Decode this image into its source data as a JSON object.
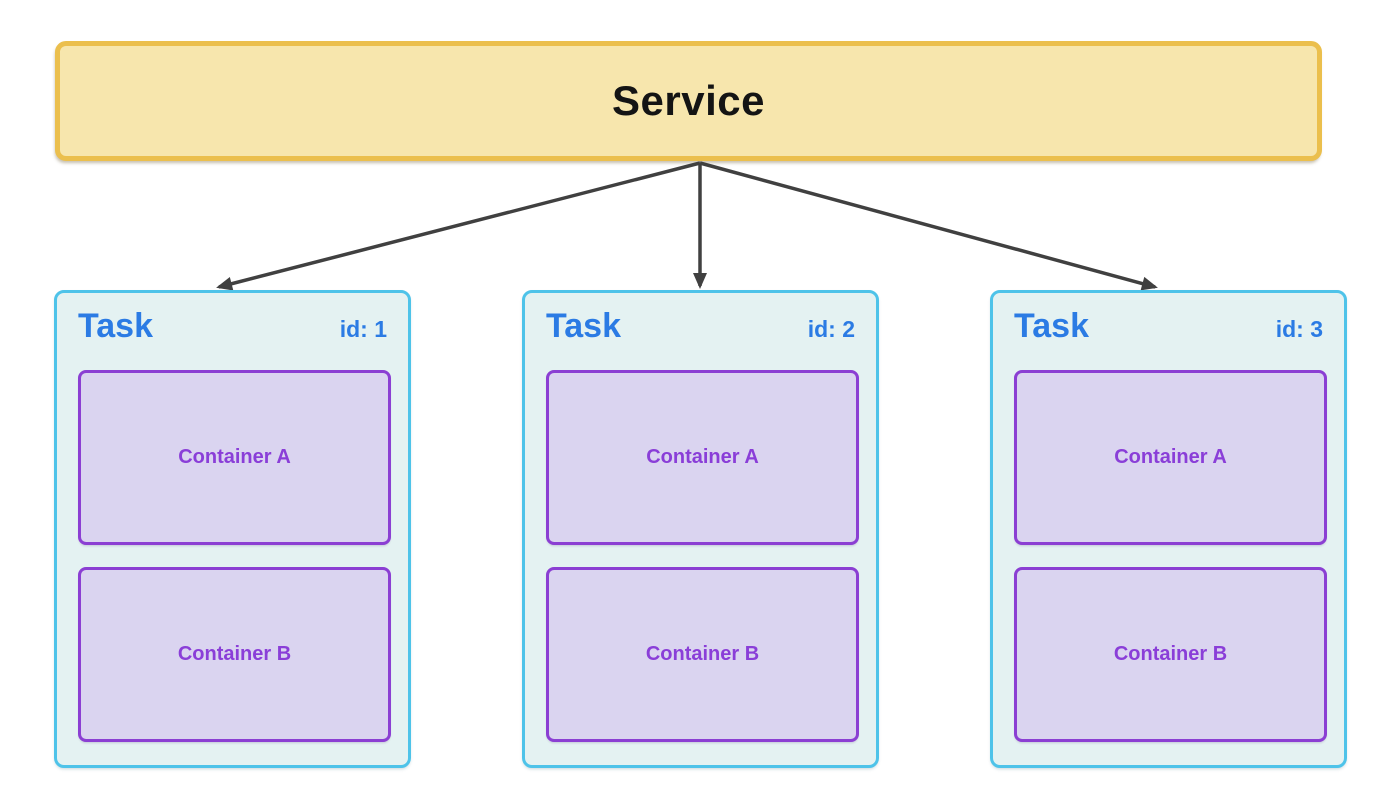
{
  "service": {
    "label": "Service"
  },
  "tasks": [
    {
      "title": "Task",
      "id_label": "id: 1",
      "containers": [
        "Container A",
        "Container B"
      ]
    },
    {
      "title": "Task",
      "id_label": "id: 2",
      "containers": [
        "Container A",
        "Container B"
      ]
    },
    {
      "title": "Task",
      "id_label": "id: 3",
      "containers": [
        "Container A",
        "Container B"
      ]
    }
  ],
  "colors": {
    "service_fill": "#F7E6AD",
    "service_border": "#EBBF4D",
    "service_text": "#141414",
    "task_fill": "#E4F2F2",
    "task_border": "#4EC3E9",
    "task_text": "#2B7BE4",
    "container_fill": "#DAD4F0",
    "container_border": "#8B3FD3",
    "container_text": "#8A3ED8",
    "arrow": "#404040"
  }
}
